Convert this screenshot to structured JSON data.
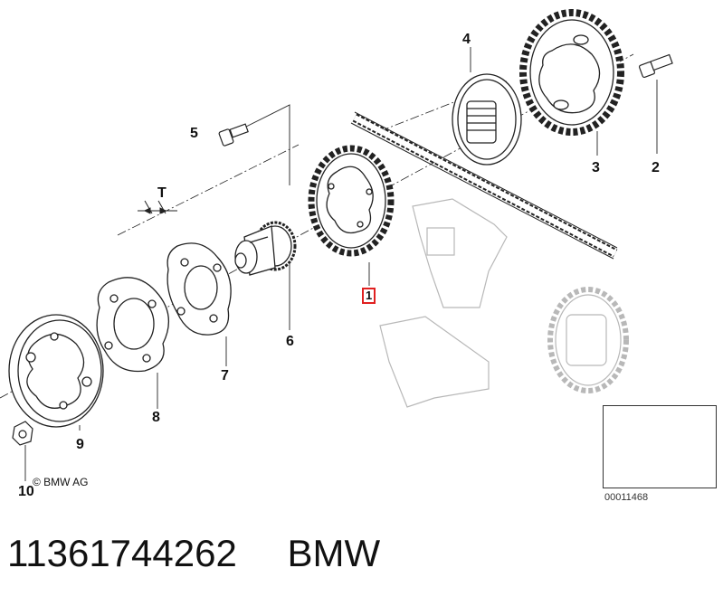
{
  "callouts": {
    "c1": "1",
    "c2": "2",
    "c3": "3",
    "c4": "4",
    "c5": "5",
    "c6": "6",
    "c7": "7",
    "c8": "8",
    "c9": "9",
    "c10": "10",
    "cT": "T"
  },
  "copyright": "© BMW AG",
  "inset_code": "00011468",
  "footer": {
    "part_number": "11361744262",
    "brand": "BMW"
  },
  "colors": {
    "highlight_box": "#e02020",
    "line": "#222222",
    "faded": "#b8b8b8"
  }
}
